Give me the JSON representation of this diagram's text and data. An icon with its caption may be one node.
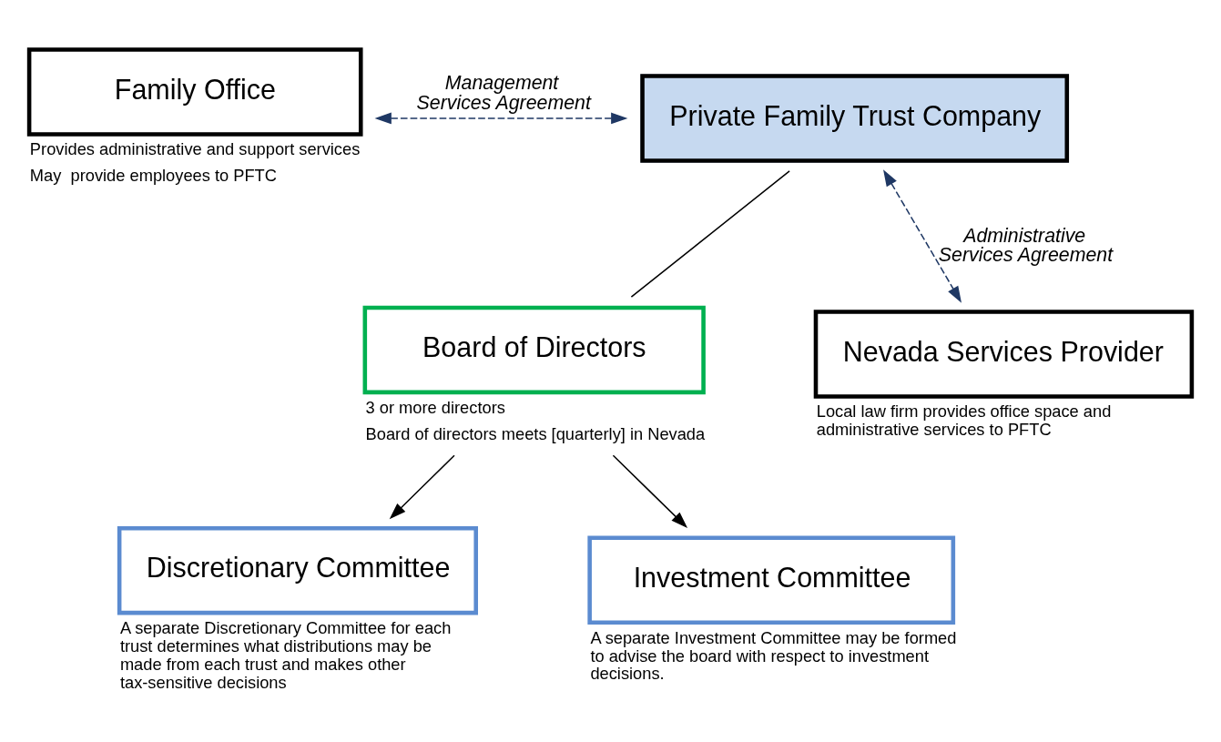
{
  "diagram": {
    "nodes": [
      {
        "text": [
          "Family Office"
        ],
        "beside": [
          "Provides administrative and support services",
          "May  provide employees to PFTC"
        ]
      },
      {
        "text": [
          "Private Family Trust Company"
        ]
      },
      {
        "text": [
          "Board of Directors"
        ],
        "beside": [
          "3 or more directors",
          "Board of directors meets [quarterly] in Nevada"
        ]
      },
      {
        "text": [
          "Nevada Services Provider"
        ],
        "beside": [
          "Local law firm provides office space and administrative services to PFTC"
        ]
      },
      {
        "text": [
          "Discretionary Committee"
        ],
        "beside": [
          "A separate Discretionary Committee for each trust determines what distributions may be made from each trust and makes other tax-sensitive decisions"
        ]
      },
      {
        "text": [
          "Investment Committee"
        ],
        "beside": [
          "A separate Investment Committee may be formed to advise the board with respect to investment decisions."
        ]
      }
    ],
    "edges": [
      {
        "from": 0,
        "to": 1,
        "arrow": "both",
        "style": "dashed",
        "color": "#1f3864",
        "label": "Management Services Agreement"
      },
      {
        "from": 1,
        "to": 3,
        "arrow": "both",
        "style": "dashed",
        "color": "#1f3864",
        "label": "Administrative Services Agreement"
      },
      {
        "from": 1,
        "to": 2,
        "arrow": "none"
      },
      {
        "from": 2,
        "to": 4,
        "arrow": "to"
      },
      {
        "from": 2,
        "to": 5,
        "arrow": "to"
      }
    ]
  }
}
